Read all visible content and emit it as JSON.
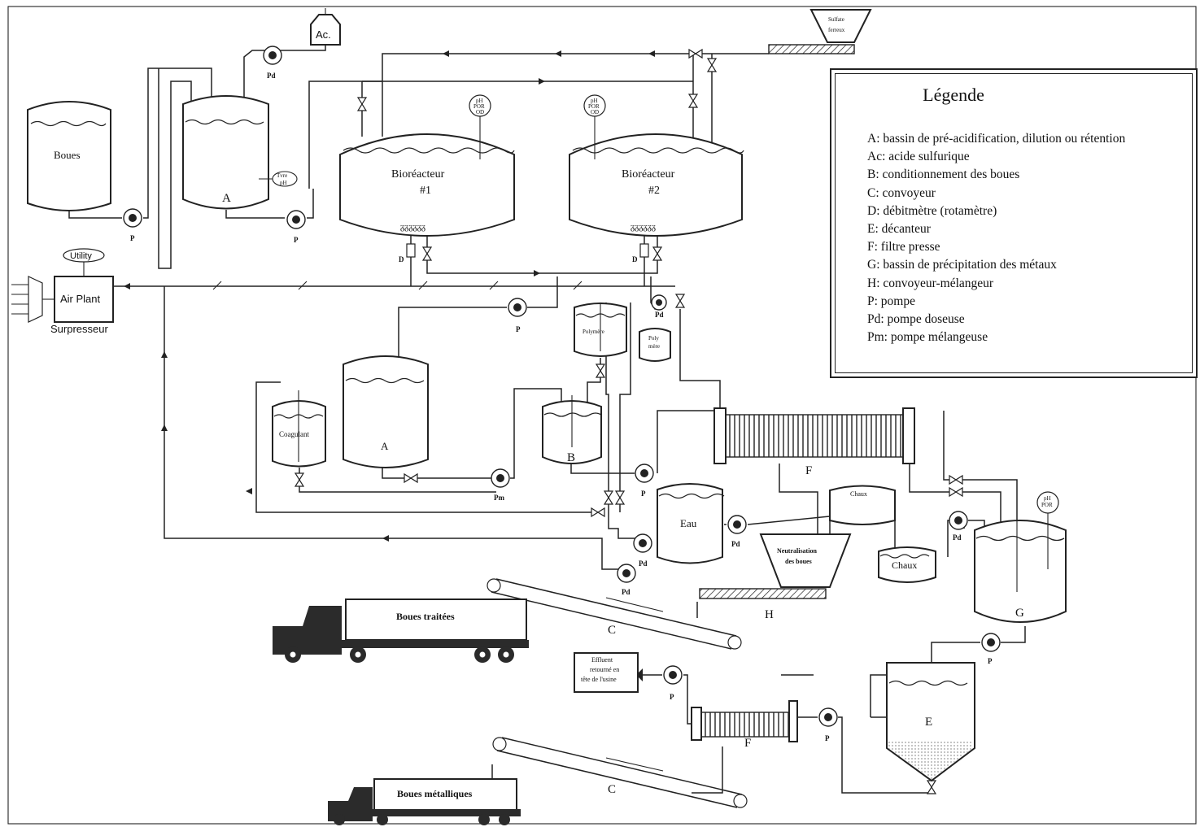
{
  "legend": {
    "title": "Légende",
    "items": [
      "A: bassin de pré-acidification, dilution ou rétention",
      "Ac: acide sulfurique",
      "B: conditionnement des boues",
      "C: convoyeur",
      "D: débitmètre (rotamètre)",
      "E: décanteur",
      "F: filtre presse",
      "G: bassin de précipitation des métaux",
      "H: convoyeur-mélangeur",
      "P: pompe",
      "Pd: pompe doseuse",
      "Pm: pompe mélangeuse"
    ]
  },
  "labels": {
    "boues": "Boues",
    "tank_a_top": "A",
    "tank_a_mid": "A",
    "acid": "Ac.",
    "sulfate_line1": "Sulfate",
    "sulfate_line2": "ferreux",
    "bio1_line1": "Bioréacteur",
    "bio1_line2": "#1",
    "bio2_line1": "Bioréacteur",
    "bio2_line2": "#2",
    "probe_ph": "pH",
    "probe_por": "POR",
    "probe_od": "OD",
    "temp_line1": "Tvre",
    "temp_line2": "pH",
    "utility": "Utility",
    "air_plant": "Air Plant",
    "surpresseur": "Surpresseur",
    "polymere": "Polymère",
    "polymere2_line1": "Poly",
    "polymere2_line2": "mère",
    "coagulant": "Coagulant",
    "tank_b": "B",
    "filter_f_top": "F",
    "filter_f_bottom": "F",
    "eau": "Eau",
    "chaux_silo": "Chaux",
    "chaux_tank": "Chaux",
    "neutralisation_line1": "Neutralisation",
    "neutralisation_line2": "des boues",
    "conveyor_h": "H",
    "tank_g": "G",
    "decanter_e": "E",
    "conveyor_c_top": "C",
    "conveyor_c_bottom": "C",
    "truck_top": "Boues traitées",
    "truck_bottom": "Boues métalliques",
    "effluent_line1": "Effluent",
    "effluent_line2": "retourné en",
    "effluent_line3": "tête de l'usine",
    "pump_p": "P",
    "pump_pd": "Pd",
    "pump_pm": "Pm",
    "flowmeter_d": "D"
  }
}
